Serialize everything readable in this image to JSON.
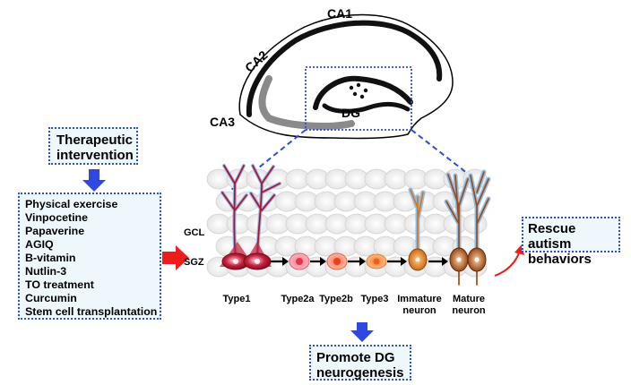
{
  "hippocampus": {
    "ca1": "CA1",
    "ca2": "CA2",
    "ca3": "CA3",
    "dg": "DG"
  },
  "layers": {
    "gcl": "GCL",
    "sgz": "SGZ"
  },
  "stages": [
    {
      "line1": "Type1",
      "line2": ""
    },
    {
      "line1": "Type2a",
      "line2": ""
    },
    {
      "line1": "Type2b",
      "line2": ""
    },
    {
      "line1": "Type3",
      "line2": ""
    },
    {
      "line1": "Immature",
      "line2": "neuron"
    },
    {
      "line1": "Mature",
      "line2": "neuron"
    }
  ],
  "therapeutic": {
    "line1": "Therapeutic",
    "line2": "intervention"
  },
  "interventions": [
    "Physical exercise",
    "Vinpocetine",
    "Papaverine",
    "AGIQ",
    "B-vitamin",
    "Nutlin-3",
    "TO treatment",
    "Curcumin",
    "Stem cell transplantation"
  ],
  "rescue": {
    "line1": "Rescue autism",
    "line2": "behaviors"
  },
  "promote": {
    "line1": "Promote DG",
    "line2": "neurogenesis"
  },
  "colors": {
    "box_border": "#2a4fd6",
    "box_fill": "#eef7fb",
    "arrow_blue": "#2f48e0",
    "arrow_red": "#ee1c1c",
    "type1": "#b3122e",
    "immature": "#d9740f",
    "mature": "#a24a10",
    "dendrite_glow": "#7fb3e6"
  }
}
